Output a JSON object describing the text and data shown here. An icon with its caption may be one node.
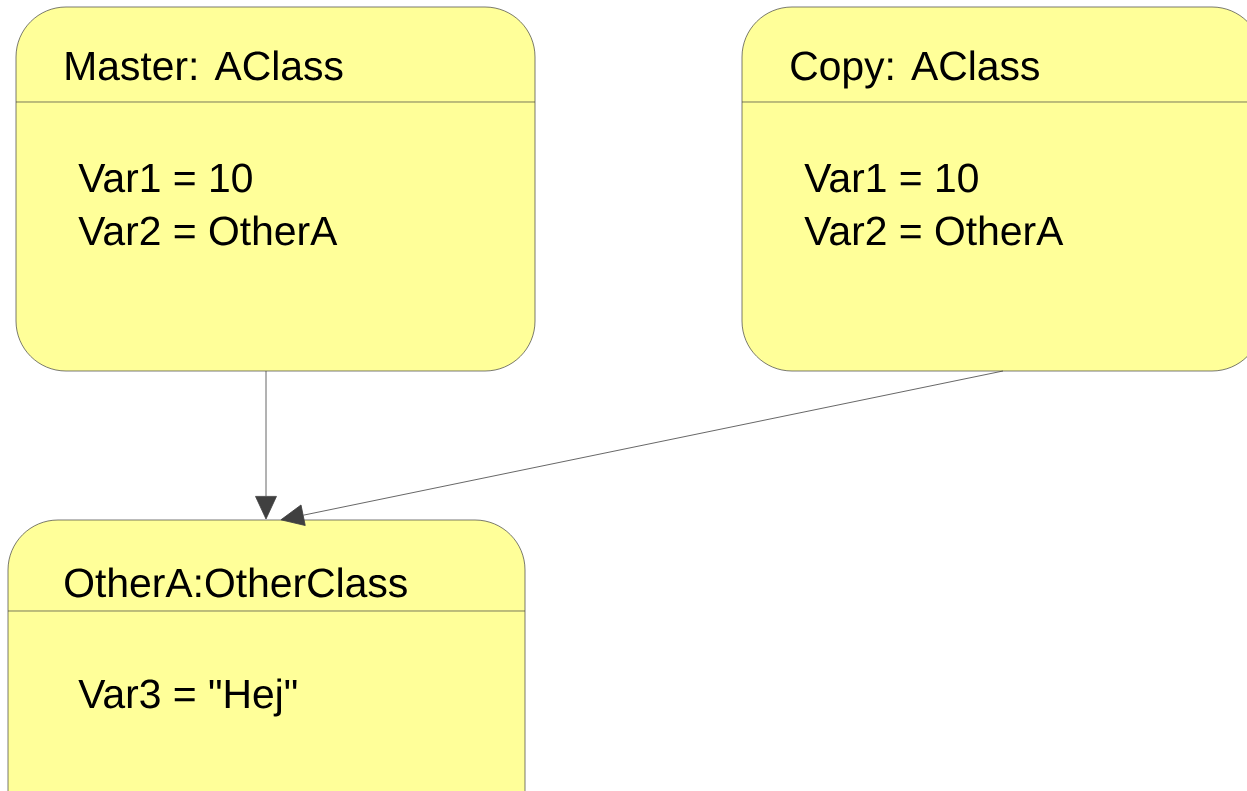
{
  "diagram": {
    "nodes": [
      {
        "text": [
          "Master: AClass",
          "Var1 = 10",
          "Var2 = OtherA"
        ]
      },
      {
        "text": [
          "Copy: AClass",
          "Var1 = 10",
          "Var2 = OtherA"
        ]
      },
      {
        "text": [
          "OtherA:OtherClass",
          "Var3 = \"Hej\""
        ]
      }
    ],
    "edges": [
      {
        "from": 0,
        "to": 2,
        "arrow": "to"
      },
      {
        "from": 1,
        "to": 2,
        "arrow": "to"
      }
    ]
  }
}
